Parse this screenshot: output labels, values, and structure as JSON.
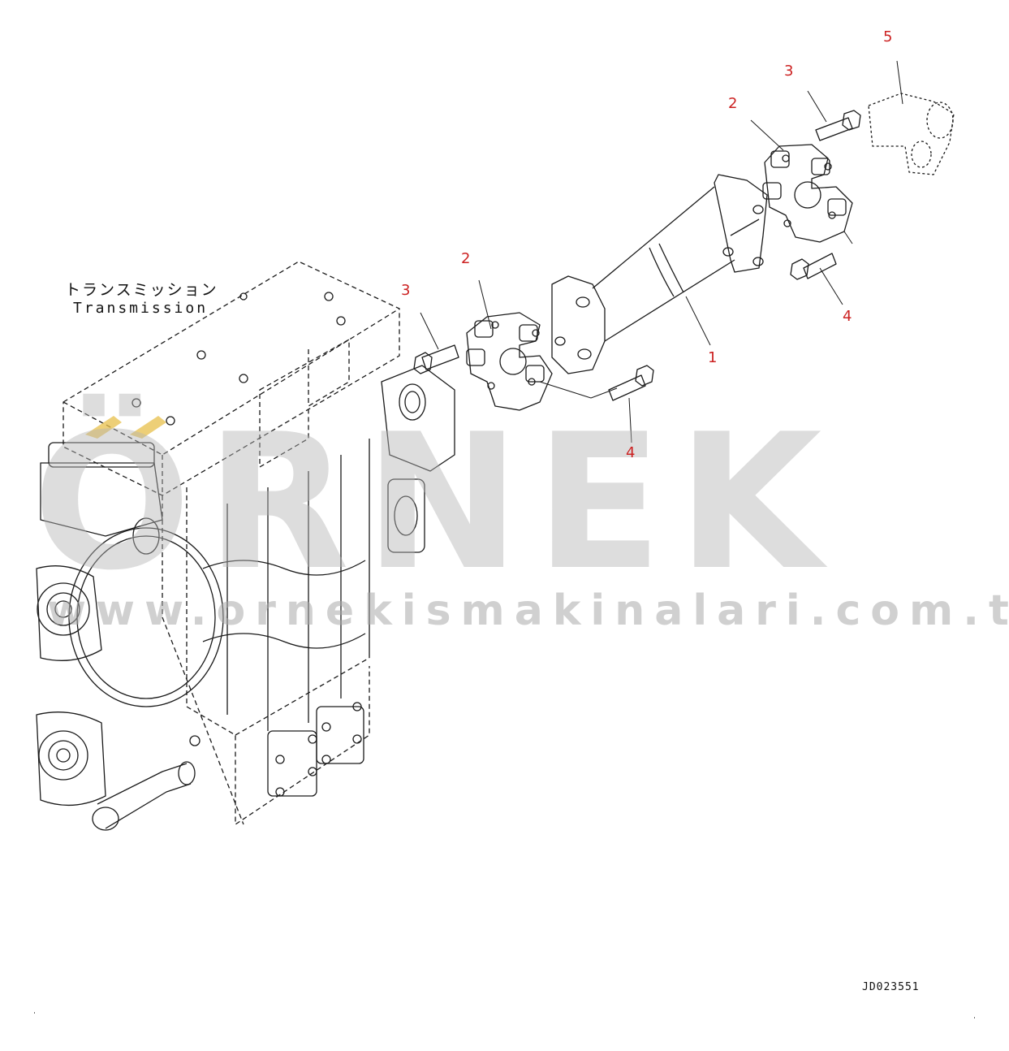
{
  "labels": {
    "transmission_jp": "トランスミッション",
    "transmission_en": "Transmission",
    "drawing_id": "JD023551"
  },
  "callouts": {
    "c1": "1",
    "c2_left": "2",
    "c2_right": "2",
    "c3_left": "3",
    "c3_right": "3",
    "c4_left": "4",
    "c4_right": "4",
    "c5": "5"
  },
  "watermark": {
    "brand": "ÖRNEK",
    "url": "www.ornekismakinalari.com.tr"
  },
  "colors": {
    "line": "#1a1a1a",
    "callout": "#cc2222",
    "watermark": "#b4b4b4",
    "watermark_accent": "#e8c04a"
  }
}
